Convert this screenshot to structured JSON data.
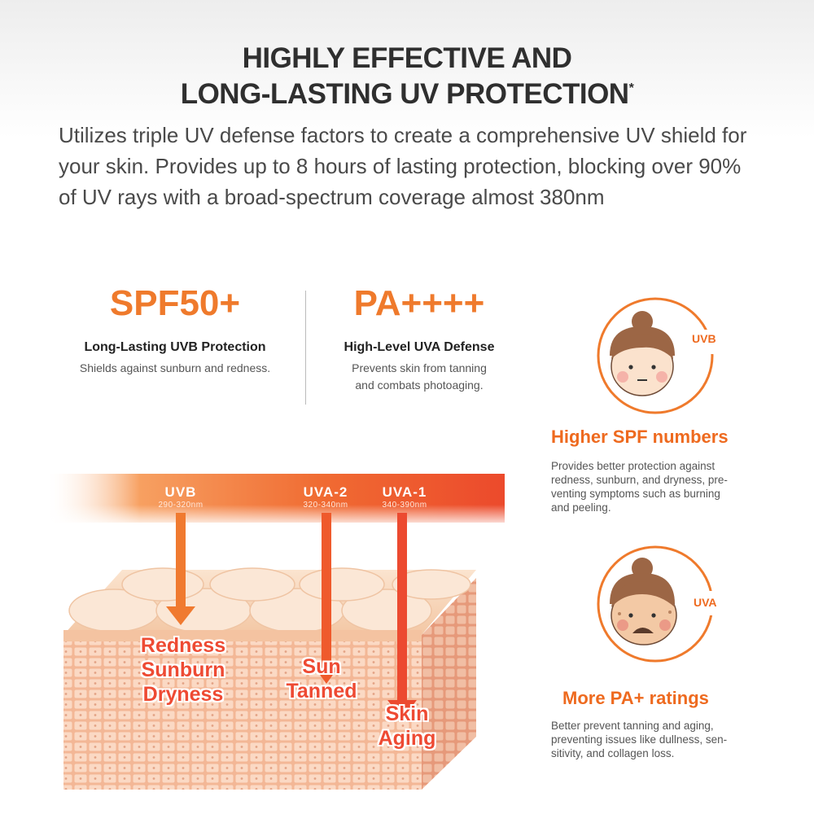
{
  "header": {
    "title_line1": "HIGHLY EFFECTIVE AND",
    "title_line2": "LONG-LASTING UV PROTECTION",
    "title_mark": "*",
    "intro_line1": "Utilizes triple UV defense factors to create a comprehensive UV shield for",
    "intro_line2": "your skin. Provides up to 8 hours of lasting protection, blocking over 90%",
    "intro_line3": "of UV rays with a broad-spectrum coverage almost 380nm"
  },
  "spf": {
    "value": "SPF50+",
    "title": "Long-Lasting UVB Protection",
    "desc": "Shields against sunburn and redness."
  },
  "pa": {
    "value": "PA++++",
    "title": "High-Level UVA Defense",
    "desc_line1": "Prevents skin from tanning",
    "desc_line2": "and combats photoaging."
  },
  "rays": [
    {
      "name": "UVB",
      "range": "290-320nm",
      "effects": [
        "Redness",
        "Sunburn",
        "Dryness"
      ]
    },
    {
      "name": "UVA-2",
      "range": "320-340nm",
      "effects": [
        "Sun",
        "Tanned"
      ]
    },
    {
      "name": "UVA-1",
      "range": "340-390nm",
      "effects": [
        "Skin",
        "Aging"
      ]
    }
  ],
  "side": {
    "uvb_badge": "UVB",
    "uvb_title": "Higher SPF numbers",
    "uvb_desc_lines": [
      "Provides better protection against",
      "redness, sunburn, and dryness, pre-",
      "venting symptoms such as burning",
      "and peeling."
    ],
    "uva_badge": "UVA",
    "uva_title": "More PA+ ratings",
    "uva_desc_lines": [
      "Better prevent tanning and aging,",
      "preventing issues like dullness, sen-",
      "sitivity, and collagen loss."
    ]
  },
  "colors": {
    "accent_orange": "#ef7a2c",
    "accent_red": "#ee4a33",
    "skin": "#f6c9a4"
  }
}
